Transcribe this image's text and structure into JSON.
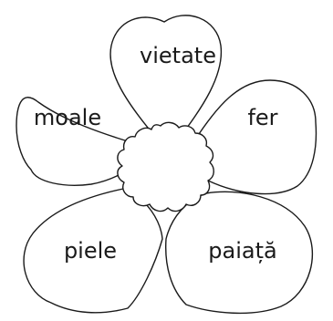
{
  "petals": {
    "top": "vietate",
    "left": "moale",
    "right": "fer",
    "bottom_left": "piele",
    "bottom_right": "paiață"
  },
  "colors": {
    "stroke": "#1a1a1a",
    "fill": "#ffffff"
  }
}
